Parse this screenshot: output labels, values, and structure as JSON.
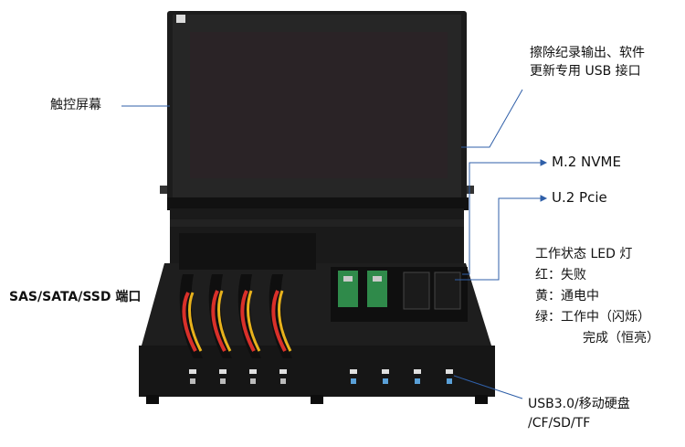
{
  "labels": {
    "touchscreen": "触控屏幕",
    "usb_port_line1": "擦除纪录输出、软件",
    "usb_port_line2": "更新专用 USB 接口",
    "m2": "M.2 NVME",
    "u2": "U.2 Pcie",
    "sas": "SAS/SATA/SSD 端口",
    "status_title": "工作状态 LED 灯",
    "status_red": "红：失败",
    "status_yellow": "黄：通电中",
    "status_green": "绿：工作中（闪烁）",
    "status_green2": "完成（恒亮）",
    "usb3_line1": "USB3.0/移动硬盘",
    "usb3_line2": "/CF/SD/TF"
  },
  "colors": {
    "callout_line": "#2f5fa8",
    "device_body": "#1b1b1b",
    "screen": "#2a2326",
    "cable_red": "#d9302a",
    "cable_yellow": "#e8b21c",
    "pcb_green": "#2f8a4a"
  }
}
